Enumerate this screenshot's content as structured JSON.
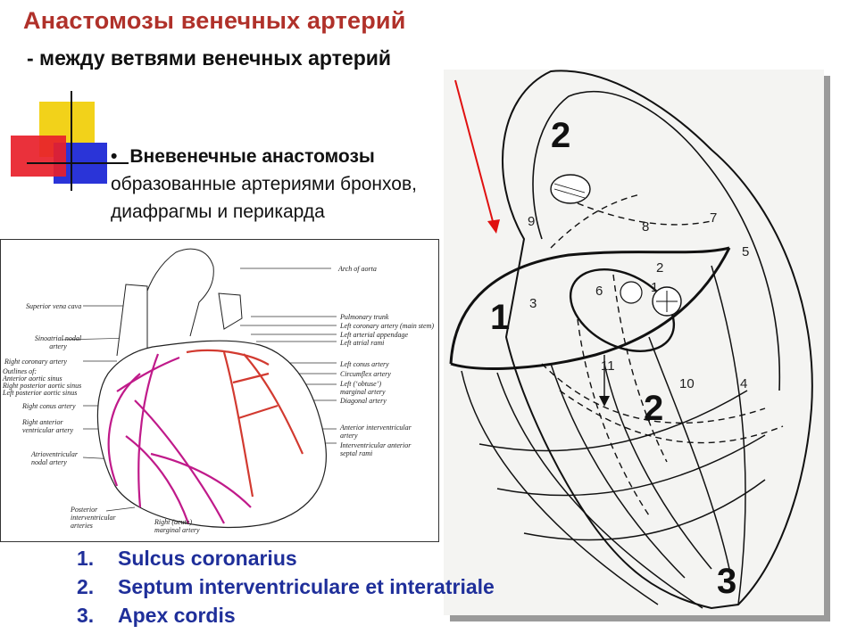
{
  "header": {
    "title": "Анастомозы венечных артерий",
    "subtitle": "- между ветвями венечных артерий"
  },
  "bullet": {
    "heading": "Вневенечные анастомозы",
    "line1": "образованные артериями бронхов,",
    "line2": "диафрагмы и перикарда"
  },
  "heart_labels": {
    "l1": "Arch of aorta",
    "l2": "Superior vena cava",
    "l3": "Pulmonary trunk",
    "l4": "Left coronary artery (main stem)",
    "l5": "Left arterial appendage",
    "l6": "Left atrial rami",
    "l7": "Sinoatrial nodal artery",
    "l8": "Right coronary artery",
    "l9": "Outlines of:",
    "l10": "Anterior aortic sinus",
    "l11": "Right posterior aortic sinus",
    "l12": "Left posterior aortic sinus",
    "l13": "Left conus artery",
    "l14": "Circumflex artery",
    "l15": "Left (‘obtuse’) marginal artery",
    "l16": "Right conus artery",
    "l17": "Right anterior ventricular artery",
    "l18": "Diagonal artery",
    "l19": "Anterior interventricular artery",
    "l20": "Interventricular anterior septal rami",
    "l21": "Atrioventricular nodal artery",
    "l22": "Posterior interventricular arteries",
    "l23": "Right (acute) marginal artery"
  },
  "diagram": {
    "big_labels": [
      "2",
      "1",
      "2",
      "3"
    ],
    "small_labels": [
      "9",
      "7",
      "8",
      "5",
      "2",
      "1",
      "6",
      "3",
      "11",
      "10",
      "4"
    ]
  },
  "list": [
    {
      "num": "1.",
      "text": "Sulcus coronarius"
    },
    {
      "num": "2.",
      "text": "Septum interventriculare et interatriale"
    },
    {
      "num": "3.",
      "text": "Apex cordis"
    }
  ],
  "colors": {
    "title": "#b0312a",
    "list": "#1f2f9a",
    "deco_yellow": "#f2d21a",
    "deco_red": "#e8202a",
    "deco_blue": "#2a34d8",
    "artery_red": "#d23a30",
    "artery_magenta": "#c01a8a",
    "arrow": "#e01010"
  }
}
